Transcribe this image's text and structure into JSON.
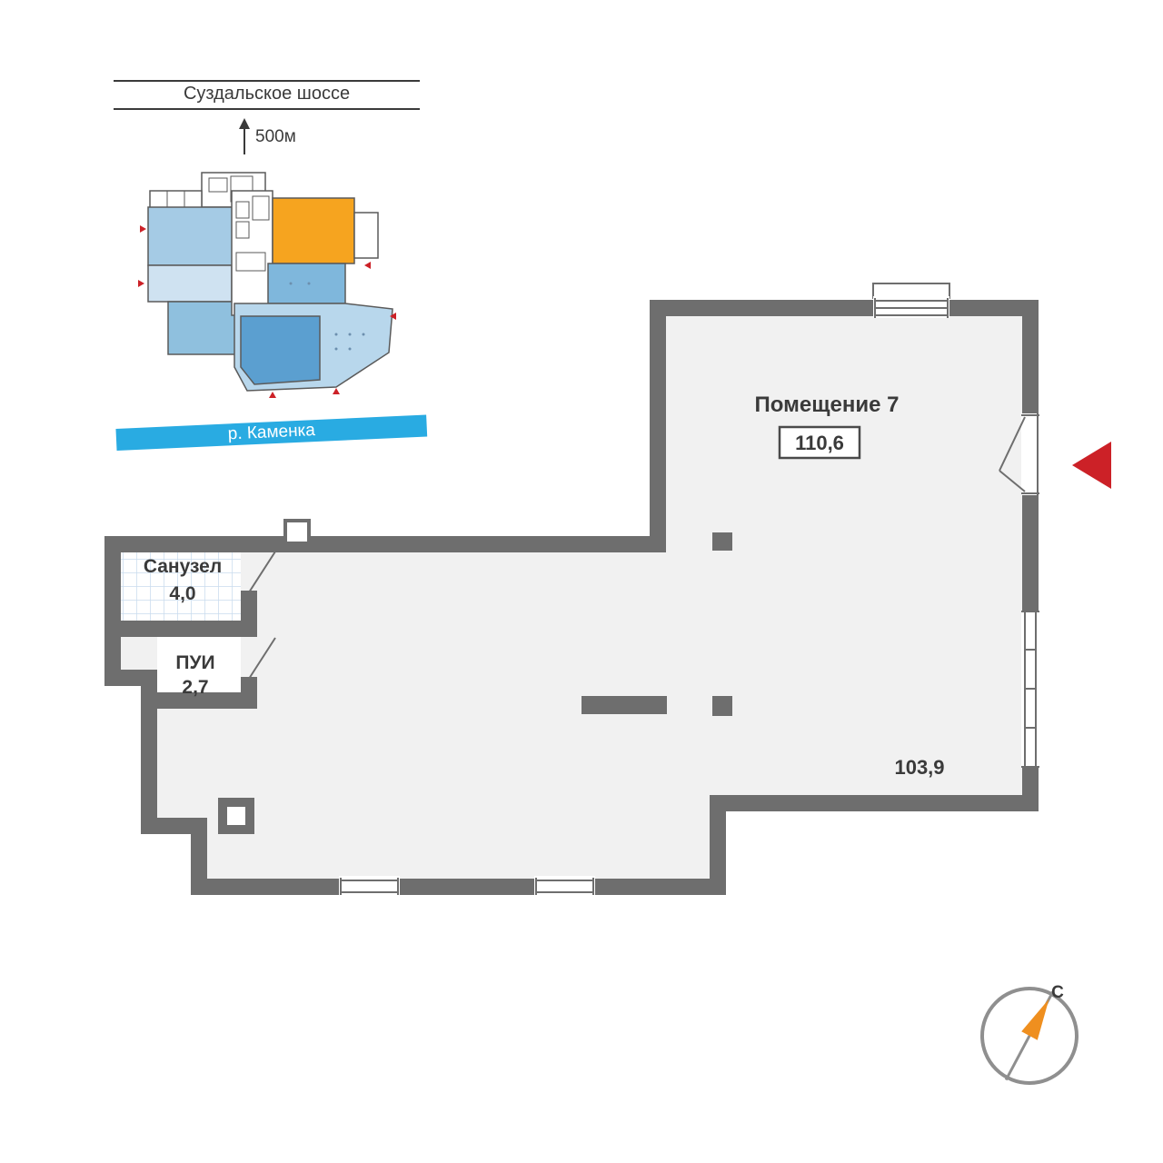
{
  "colors": {
    "wall": "#6e6e6e",
    "floor": "#f1f1f1",
    "accent-red": "#cc2127",
    "river-blue": "#29abe2",
    "unit-orange": "#f6a41f",
    "text-dark": "#3a3a3a",
    "compass-gray": "#8f8f8f",
    "compass-orange": "#ef8f1f"
  },
  "minimap": {
    "road_name": "Суздальское шоссе",
    "scale_distance": "500м",
    "river_name": "р. Каменка"
  },
  "plan": {
    "unit_label": "Помещение 7",
    "unit_area": "110,6",
    "main_room_area": "103,9",
    "bathroom": {
      "name": "Санузел",
      "area": "4,0"
    },
    "utility": {
      "name": "ПУИ",
      "area": "2,7"
    }
  },
  "compass": {
    "north_label": "С"
  }
}
